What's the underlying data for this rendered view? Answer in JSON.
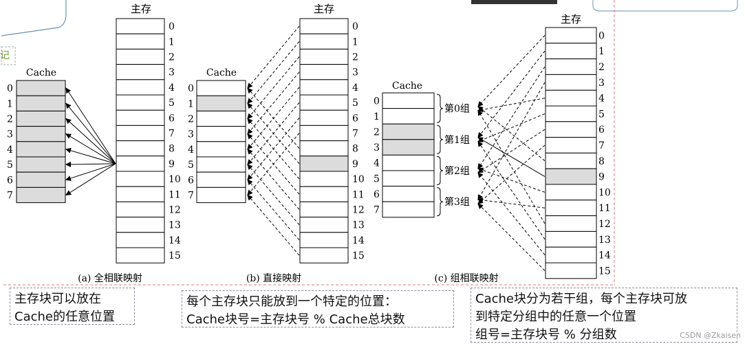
{
  "diagram": {
    "main_memory_label": "主存",
    "cache_label": "Cache",
    "main_memory_blocks": [
      "0",
      "1",
      "2",
      "3",
      "4",
      "5",
      "6",
      "7",
      "8",
      "9",
      "10",
      "11",
      "12",
      "13",
      "14",
      "15"
    ],
    "cache_blocks": [
      "0",
      "1",
      "2",
      "3",
      "4",
      "5",
      "6",
      "7"
    ],
    "group_labels": [
      "第0组",
      "第1组",
      "第2组",
      "第3组"
    ],
    "captions": {
      "a": "(a) 全相联映射",
      "b": "(b) 直接映射",
      "c": "(c) 组相联映射"
    },
    "highlight_color": "#dcdcdc"
  },
  "notes": {
    "fully_associative": [
      "主存块可以放在",
      "Cache的任意位置"
    ],
    "direct": [
      "每个主存块只能放到一个特定的位置：",
      "Cache块号=主存块号 % Cache总块数"
    ],
    "set_associative": [
      "Cache块分为若干组，每个主存块可放",
      "到特定分组中的任意一个位置",
      "组号=主存块号 % 分组数"
    ]
  },
  "margin_fragment": "记",
  "watermark": "CSDN @Zkaisen"
}
